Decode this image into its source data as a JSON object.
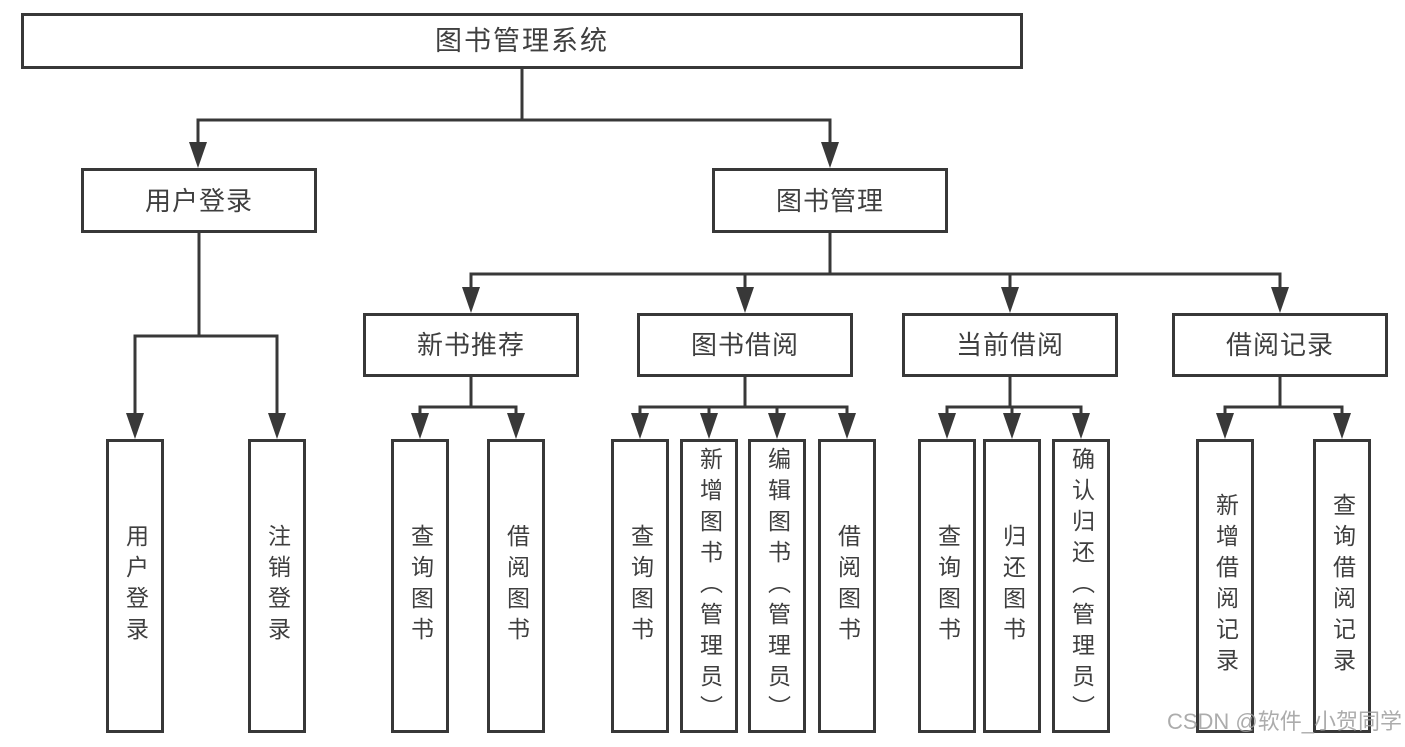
{
  "tree": {
    "label": "图书管理系统",
    "children": [
      {
        "label": "用户登录",
        "children": [
          {
            "label": "用户登录"
          },
          {
            "label": "注销登录"
          }
        ]
      },
      {
        "label": "图书管理",
        "children": [
          {
            "label": "新书推荐",
            "children": [
              {
                "label": "查询图书"
              },
              {
                "label": "借阅图书"
              }
            ]
          },
          {
            "label": "图书借阅",
            "children": [
              {
                "label": "查询图书"
              },
              {
                "label": "新增图书（管理员）"
              },
              {
                "label": "编辑图书（管理员）"
              },
              {
                "label": "借阅图书"
              }
            ]
          },
          {
            "label": "当前借阅",
            "children": [
              {
                "label": "查询图书"
              },
              {
                "label": "归还图书"
              },
              {
                "label": "确认归还（管理员）"
              }
            ]
          },
          {
            "label": "借阅记录",
            "children": [
              {
                "label": "新增借阅记录"
              },
              {
                "label": "查询借阅记录"
              }
            ]
          }
        ]
      }
    ]
  },
  "watermark": {
    "text": "CSDN @软件_小贺同学"
  },
  "colors": {
    "line": "#383838",
    "box_border": "#383838",
    "text": "#3f3f3f",
    "watermark_text": "#9e9e9e",
    "background": "#ffffff"
  }
}
